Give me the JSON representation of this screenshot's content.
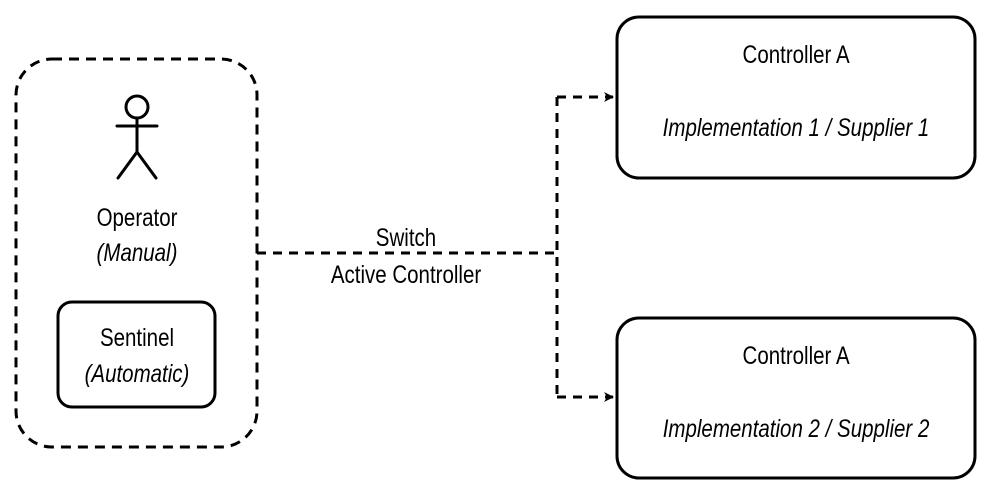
{
  "left_group": {
    "operator": {
      "icon": "actor-icon",
      "name": "Operator",
      "mode": "(Manual)"
    },
    "sentinel": {
      "name": "Sentinel",
      "mode": "(Automatic)"
    }
  },
  "connector": {
    "line1": "Switch",
    "line2": "Active Controller"
  },
  "controllers": [
    {
      "title": "Controller A",
      "subtitle": "Implementation 1 / Supplier 1"
    },
    {
      "title": "Controller A",
      "subtitle": "Implementation 2 / Supplier 2"
    }
  ],
  "colors": {
    "stroke": "#000000",
    "background": "#ffffff"
  }
}
